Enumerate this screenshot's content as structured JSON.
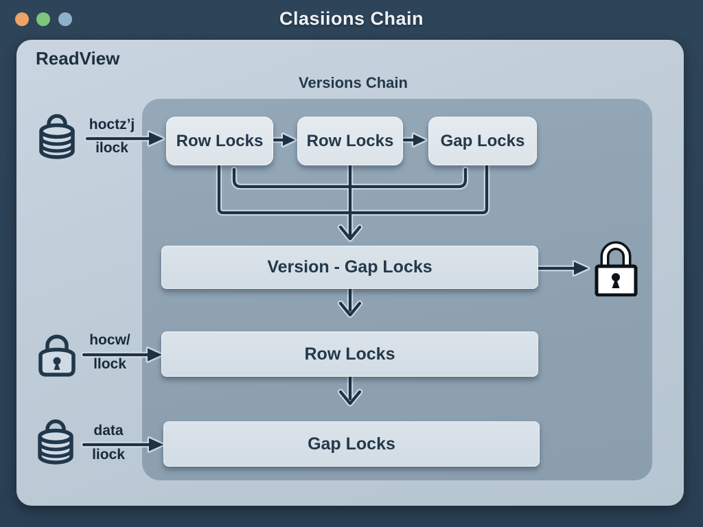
{
  "window": {
    "title": "Clasiions Chain",
    "buttons": [
      {
        "name": "close",
        "color": "#eea266"
      },
      {
        "name": "minimize",
        "color": "#7ec57e"
      },
      {
        "name": "expand",
        "color": "#90b0ca"
      }
    ]
  },
  "panel": {
    "heading": "ReadView",
    "chain_title": "Versions Chain"
  },
  "chain_row": {
    "boxes": [
      {
        "label": "Row Locks"
      },
      {
        "label": "Row Locks"
      },
      {
        "label": "Gap Locks"
      }
    ]
  },
  "flow": {
    "version_box": "Version - Gap Locks",
    "row_box": "Row Locks",
    "gap_box": "Gap Locks"
  },
  "annotations": [
    {
      "icon": "database-lock-icon",
      "line1": "hoctzʼj",
      "line2": "ilock"
    },
    {
      "icon": "padlock-icon",
      "line1": "hocw/",
      "line2": "llock"
    },
    {
      "icon": "database-lock-icon",
      "line1": "data",
      "line2": "liock"
    }
  ],
  "right_icon": "padlock-icon",
  "colors": {
    "background": "#2b4053",
    "main_panel": "#c0cdd9",
    "inner_panel": "#8fa3b3",
    "box": "#dfe6ec",
    "ink": "#1d3245",
    "title_text": "#edf2f7"
  }
}
